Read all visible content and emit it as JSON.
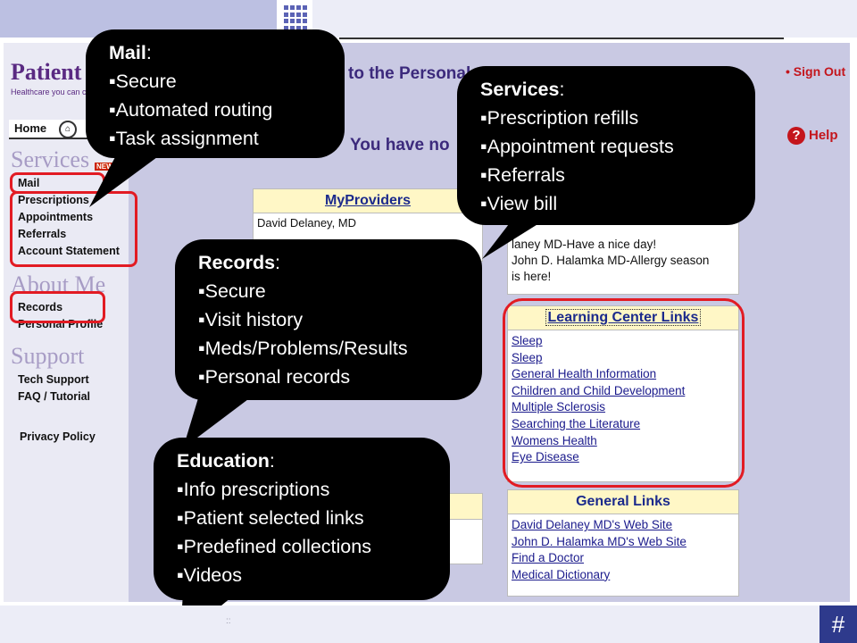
{
  "slide": {
    "number": "#"
  },
  "screenshot": {
    "brand": "Patient",
    "tagline": "Healthcare you can c",
    "home": "Home",
    "welcome": "to the Personal",
    "no_msg": "You have no",
    "sign_out": "• Sign Out",
    "help": "Help",
    "help_glyph": "?",
    "new_badge": "NEW",
    "sections": {
      "services": "Services",
      "about": "About Me",
      "support": "Support"
    },
    "nav": {
      "mail": "Mail",
      "prescriptions": "Prescriptions",
      "appointments": "Appointments",
      "referrals": "Referrals",
      "account": "Account Statement",
      "records": "Records",
      "profile": "Personal Profile",
      "tech": "Tech Support",
      "faq": "FAQ / Tutorial",
      "privacy": "Privacy Policy"
    },
    "my_providers": {
      "title": "MyProviders",
      "first": "David Delaney, MD"
    },
    "messages": {
      "line1": "laney MD-Have a nice day!",
      "line2": "John D. Halamka MD-Allergy season",
      "line3": "is here!"
    },
    "learning": {
      "title": "Learning Center Links",
      "links": [
        "Sleep",
        "Sleep",
        "General Health Information",
        "Children and Child Development",
        "Multiple Sclerosis",
        "Searching the Literature",
        "Womens Health",
        "Eye Disease"
      ]
    },
    "general": {
      "title": "General Links",
      "links": [
        "David Delaney MD's Web Site",
        "John D. Halamka MD's Web Site",
        "Find a Doctor",
        "Medical Dictionary"
      ]
    }
  },
  "callouts": {
    "mail": {
      "title": "Mail",
      "items": [
        "Secure",
        "Automated routing",
        "Task assignment"
      ]
    },
    "services": {
      "title": "Services",
      "items": [
        "Prescription refills",
        "Appointment requests",
        "Referrals",
        "View bill"
      ]
    },
    "records": {
      "title": "Records",
      "items": [
        "Secure",
        "Visit history",
        "Meds/Problems/Results",
        "Personal records"
      ]
    },
    "education": {
      "title": "Education",
      "items": [
        "Info prescriptions",
        "Patient selected links",
        "Predefined collections",
        "Videos"
      ]
    }
  },
  "colors": {
    "highlight": "#e21b23",
    "accent": "#2e3a8c",
    "callout": "#000000"
  }
}
